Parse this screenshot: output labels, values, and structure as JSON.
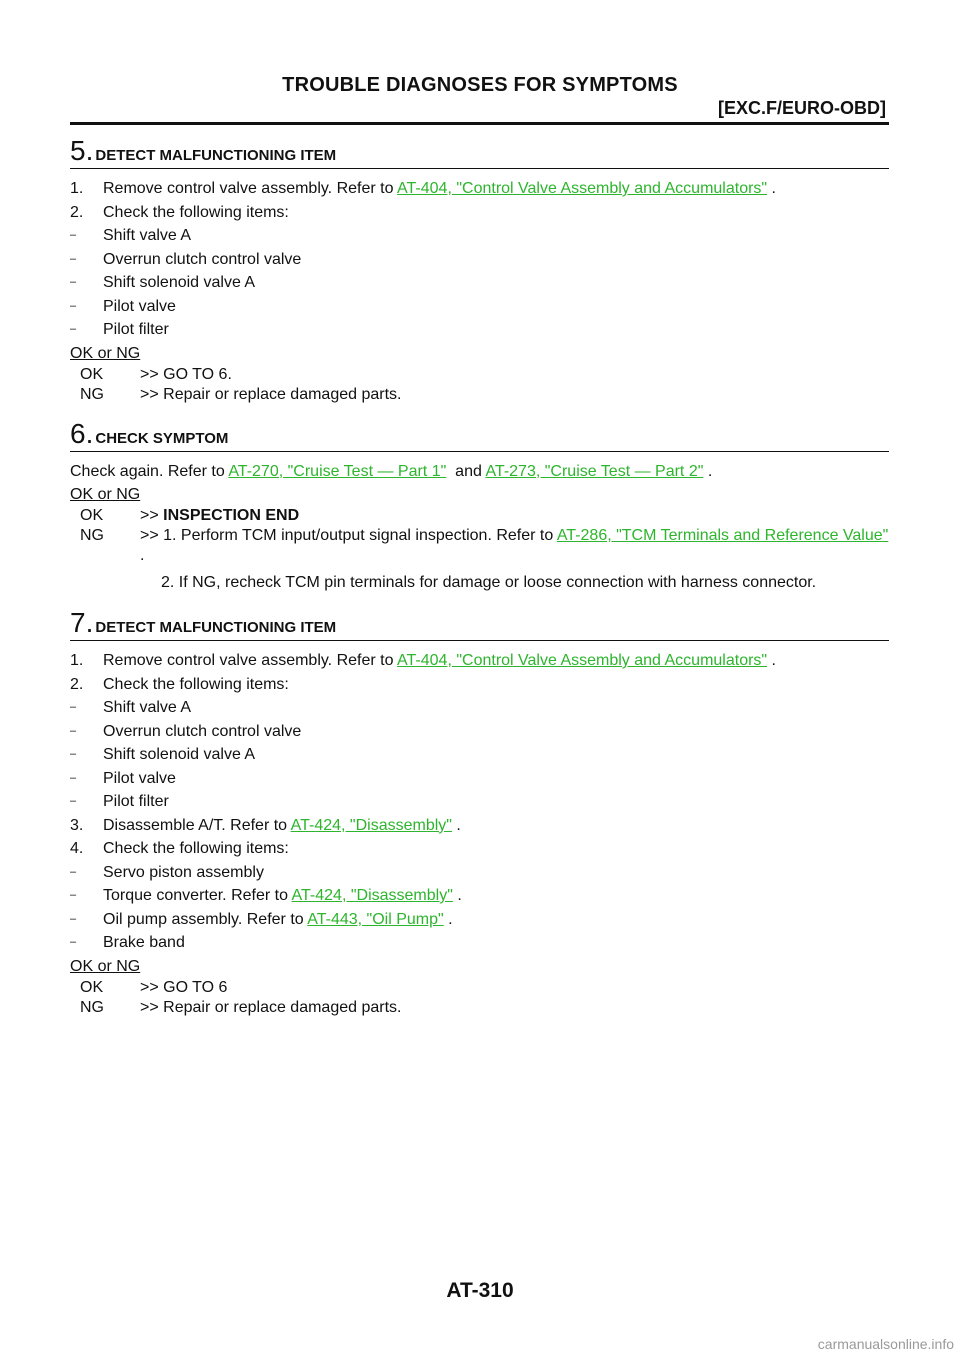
{
  "header": {
    "title": "TROUBLE DIAGNOSES FOR SYMPTOMS",
    "subtitle": "[EXC.F/EURO-OBD]"
  },
  "step5": {
    "number": "5.",
    "title": "DETECT MALFUNCTIONING ITEM",
    "item1_num": "1.",
    "item1_text": "Remove control valve assembly. Refer to ",
    "item1_link": "AT-404, \"Control Valve Assembly and Accumulators\"",
    "item1_tail": " .",
    "item2_num": "2.",
    "item2_text": "Check the following items:",
    "dash": "–",
    "checks": [
      "Shift valve A",
      "Overrun clutch control valve",
      "Shift solenoid valve A",
      "Pilot valve",
      "Pilot filter"
    ],
    "okng": "OK or NG",
    "ok_key": "OK",
    "ok_action": ">> GO TO 6.",
    "ng_key": "NG",
    "ng_action": ">> Repair or replace damaged parts."
  },
  "step6": {
    "number": "6.",
    "title": "CHECK SYMPTOM",
    "text_a": "Check again. Refer to ",
    "link_a": "AT-270, \"Cruise Test — Part 1\"",
    "text_b": "  and ",
    "link_b": "AT-273, \"Cruise Test — Part 2\"",
    "text_c": " .",
    "okng": "OK or NG",
    "ok_key": "OK",
    "ok_prefix": ">> ",
    "ok_action": "INSPECTION END",
    "ng_key": "NG",
    "ng_prefix": ">> 1. Perform TCM input/output signal inspection. Refer to ",
    "ng_link": "AT-286, \"TCM Terminals and Reference Value\"",
    "ng_tail": " .",
    "ng_line2": "2. If NG, recheck TCM pin terminals for damage or loose connection with harness connector."
  },
  "step7": {
    "number": "7.",
    "title": "DETECT MALFUNCTIONING ITEM",
    "item1_num": "1.",
    "item1_text": "Remove control valve assembly. Refer to ",
    "item1_link": "AT-404, \"Control Valve Assembly and Accumulators\"",
    "item1_tail": " .",
    "item2_num": "2.",
    "item2_text": "Check the following items:",
    "dash": "–",
    "checks": [
      "Shift valve A",
      "Overrun clutch control valve",
      "Shift solenoid valve A",
      "Pilot valve",
      "Pilot filter"
    ],
    "item3_num": "3.",
    "item3_text": "Disassemble A/T. Refer to ",
    "item3_link": "AT-424, \"Disassembly\"",
    "item3_tail": " .",
    "item4_num": "4.",
    "item4_text": "Check the following items:",
    "check2_1": "Servo piston assembly",
    "check2_2_text": "Torque converter. Refer to ",
    "check2_2_link": "AT-424, \"Disassembly\"",
    "check2_2_tail": " .",
    "check2_3_text": "Oil pump assembly. Refer to ",
    "check2_3_link": "AT-443, \"Oil Pump\"",
    "check2_3_tail": " .",
    "check2_4": "Brake band",
    "okng": "OK or NG",
    "ok_key": "OK",
    "ok_action": ">> GO TO 6",
    "ng_key": "NG",
    "ng_action": ">> Repair or replace damaged parts."
  },
  "footer": {
    "page_number": "AT-310",
    "watermark": "carmanualsonline.info"
  }
}
